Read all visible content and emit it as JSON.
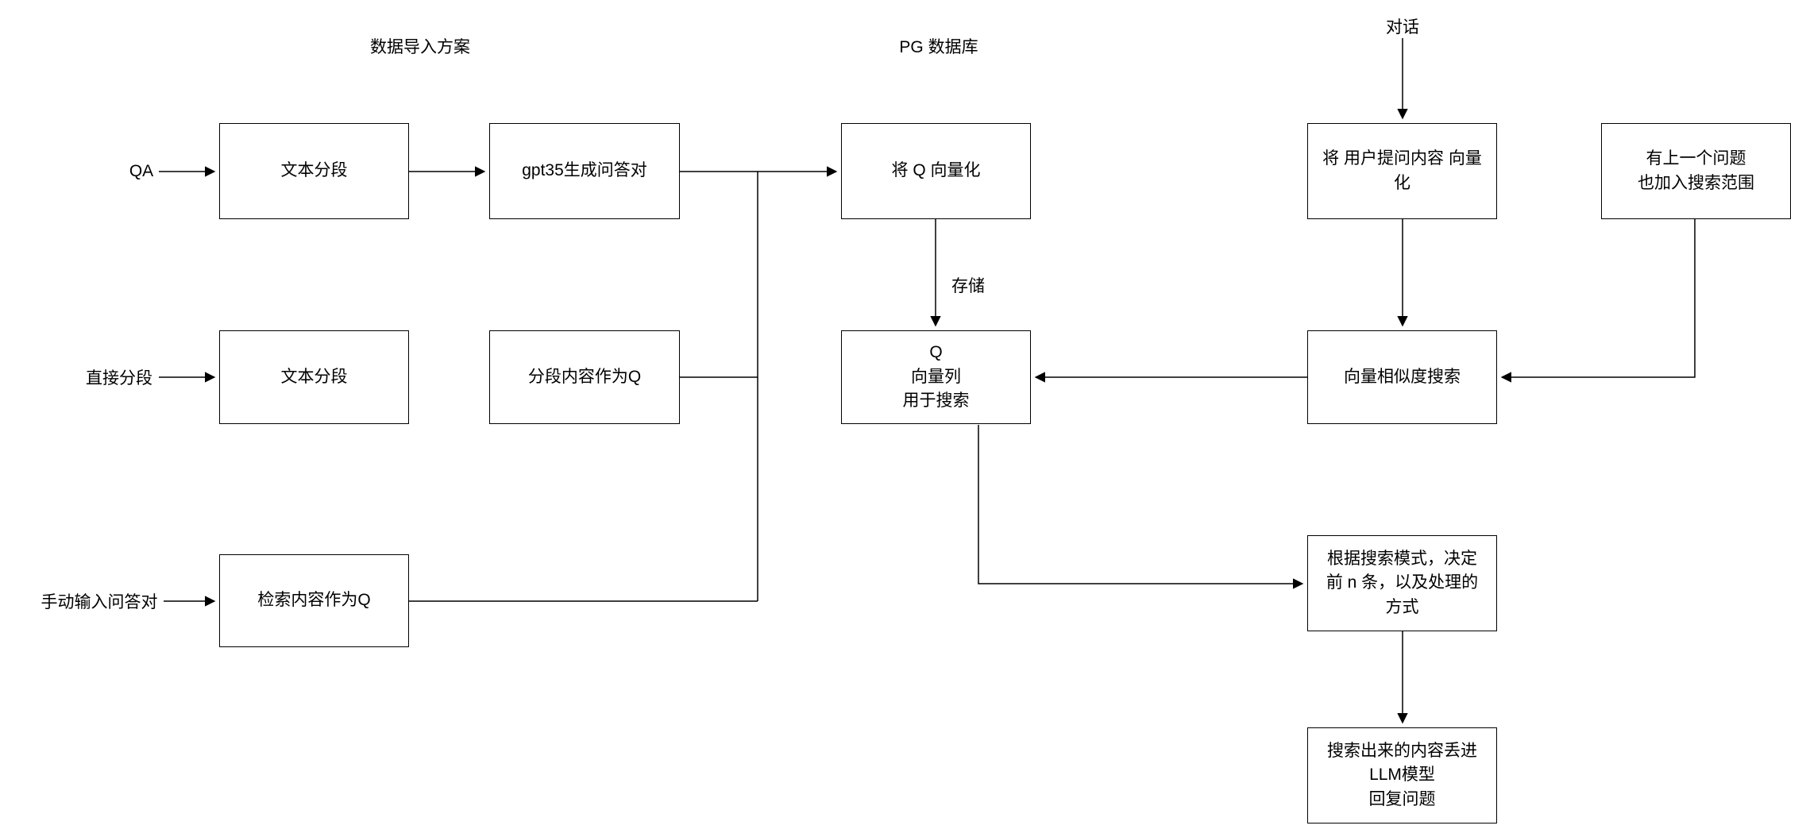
{
  "diagram": {
    "titles": {
      "import_scheme": "数据导入方案",
      "pg_database": "PG 数据库",
      "dialog": "对话"
    },
    "inputs": {
      "qa": "QA",
      "direct_segment": "直接分段",
      "manual_qa": "手动输入问答对"
    },
    "edge_labels": {
      "store": "存储"
    },
    "nodes": {
      "text_segment_1": "文本分段",
      "gpt35_generate": "gpt35生成问答对",
      "vectorize_q": "将 Q 向量化",
      "vectorize_user_question": "将 用户提问内容 向量\n化",
      "previous_question": "有上一个问题\n也加入搜索范围",
      "text_segment_2": "文本分段",
      "segment_as_q": "分段内容作为Q",
      "q_vector_column": "Q\n向量列\n用于搜索",
      "vector_similarity_search": "向量相似度搜索",
      "retrieval_as_q": "检索内容作为Q",
      "search_mode": "根据搜索模式，决定\n前 n 条，以及处理的\n方式",
      "llm_reply": "搜索出来的内容丢进\nLLM模型\n回复问题"
    }
  }
}
